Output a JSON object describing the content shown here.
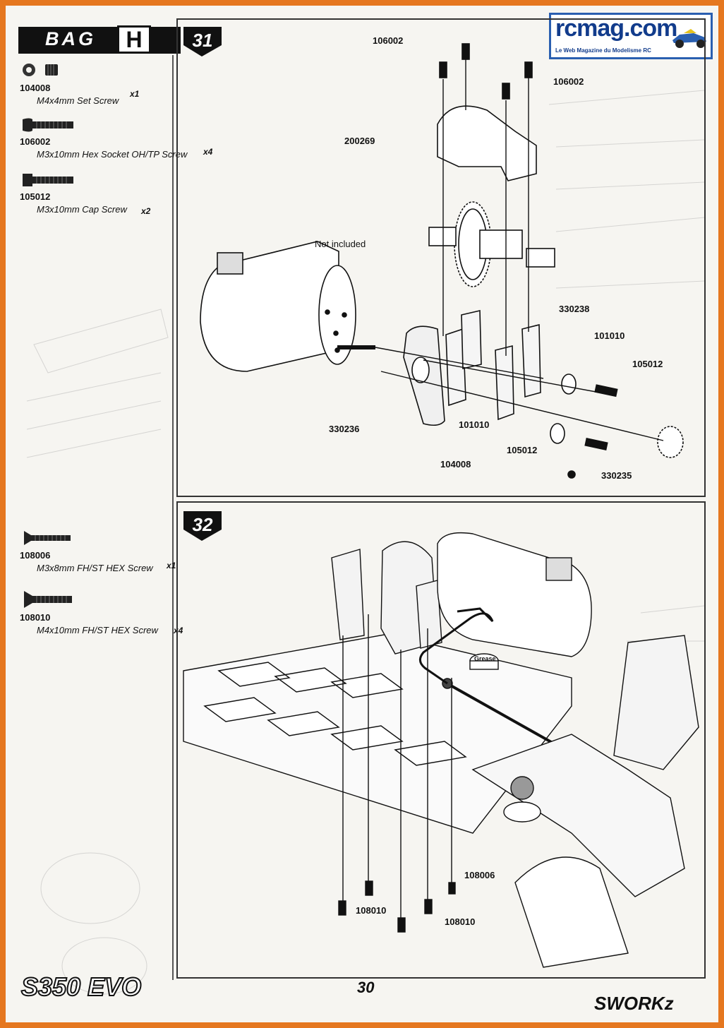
{
  "header": {
    "bag_word": "BAG",
    "bag_letter": "H"
  },
  "watermark": {
    "site": "rcmag.com",
    "tagline": "Le Web Magazine du Modelisme RC"
  },
  "bag_parts_step31": [
    {
      "code": "104008",
      "name": "M4x4mm Set Screw",
      "qty": "x1"
    },
    {
      "code": "106002",
      "name": "M3x10mm Hex Socket OH/TP Screw",
      "qty": "x4"
    },
    {
      "code": "105012",
      "name": "M3x10mm Cap Screw",
      "qty": "x2"
    }
  ],
  "bag_parts_step32": [
    {
      "code": "108006",
      "name": "M3x8mm FH/ST HEX Screw",
      "qty": "x1"
    },
    {
      "code": "108010",
      "name": "M4x10mm FH/ST HEX Screw",
      "qty": "x4"
    }
  ],
  "step31": {
    "number": "31",
    "callouts": {
      "screw_a": "106002",
      "screw_b": "106002",
      "diff_cover": "200269",
      "motor_note": "Not included",
      "diff_mount": "330238",
      "spacer_a": "101010",
      "cap_screw_a": "105012",
      "motor_plate": "330236",
      "spacer_b": "101010",
      "cap_screw_b": "105012",
      "set_screw": "104008",
      "pinion": "330235"
    }
  },
  "step32": {
    "number": "32",
    "grease_label": "Grease",
    "callouts": {
      "screw_a": "108006",
      "screw_b": "108010",
      "screw_c": "108010"
    }
  },
  "footer": {
    "page_number": "30",
    "model_logo": "S350 EVO",
    "brand_logo": "SWORKz"
  },
  "colors": {
    "frame": "#e5771f",
    "paper": "#f6f5f1",
    "ink": "#111111",
    "watermark_blue": "#123c8c"
  }
}
